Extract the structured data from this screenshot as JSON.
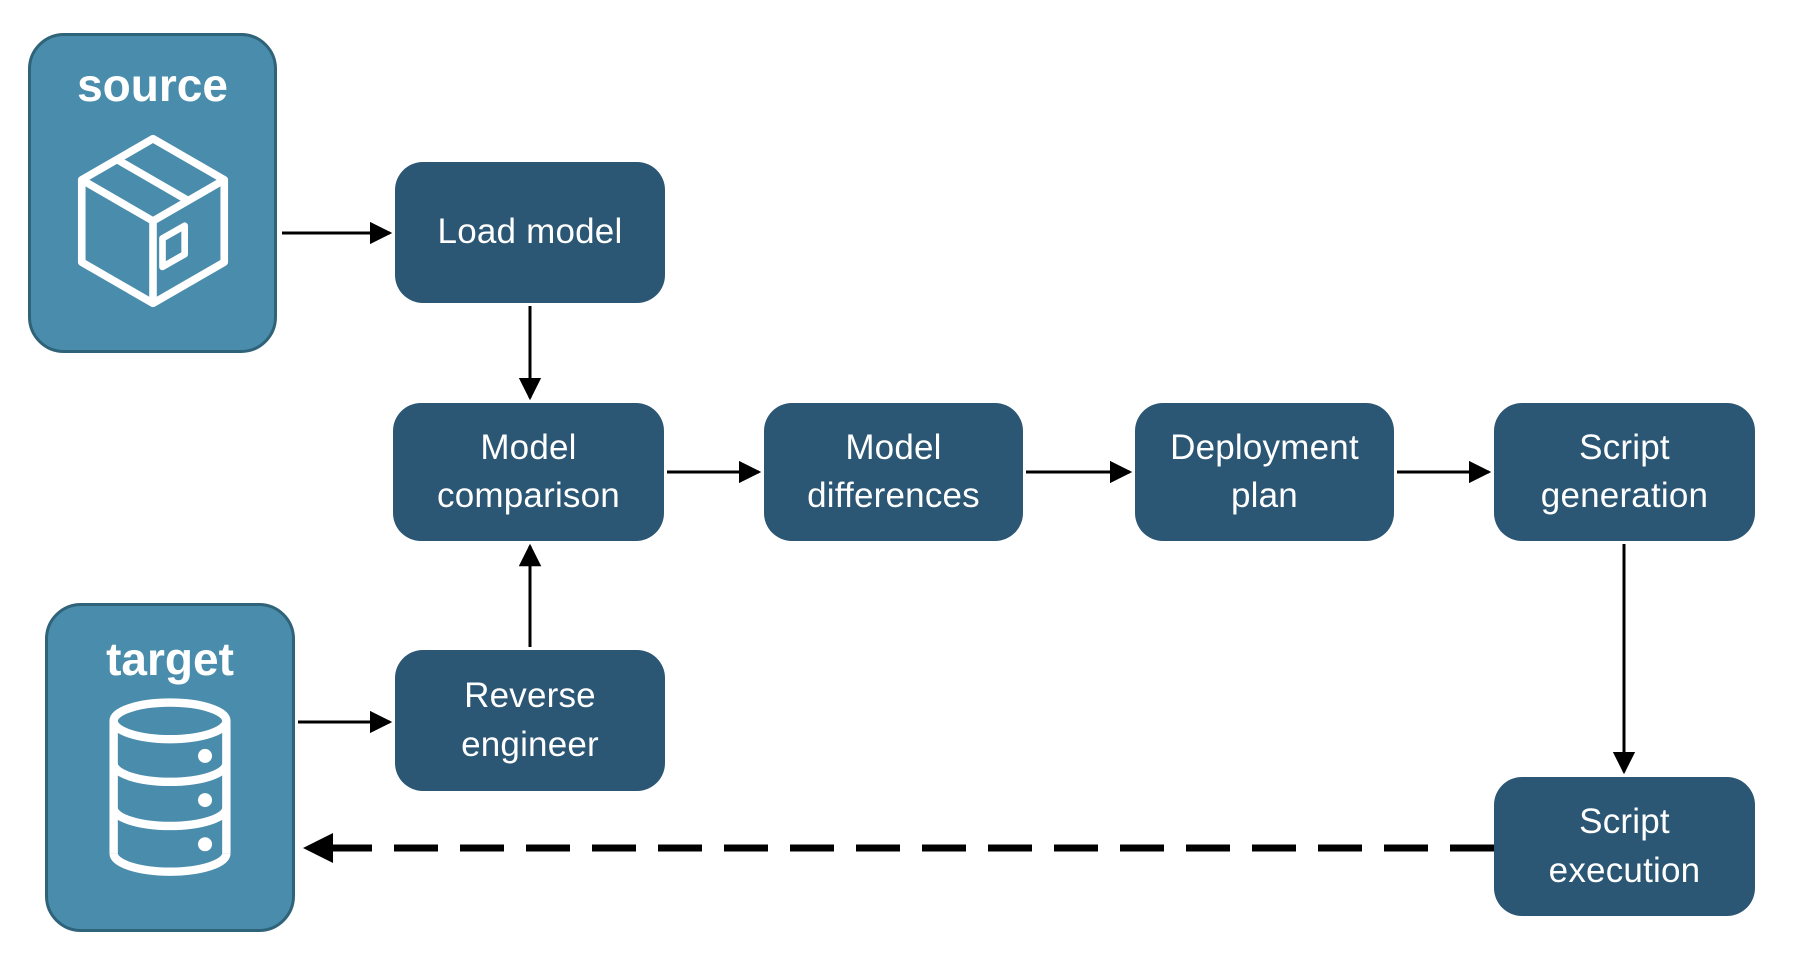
{
  "theme": {
    "node_fill": "#2B5674",
    "node_text": "#FFFFFF",
    "container_fill": "#4A8CAB",
    "container_border": "#2F6379",
    "arrow_color": "#000000",
    "background": "#FFFFFF"
  },
  "diagram": {
    "source": {
      "title": "source",
      "icon": "package-icon"
    },
    "target": {
      "title": "target",
      "icon": "database-icon"
    },
    "nodes": {
      "load_model": {
        "label": "Load model"
      },
      "model_comparison": {
        "label": "Model\ncomparison"
      },
      "model_differences": {
        "label": "Model\ndifferences"
      },
      "deployment_plan": {
        "label": "Deployment\nplan"
      },
      "script_generation": {
        "label": "Script\ngeneration"
      },
      "reverse_engineer": {
        "label": "Reverse\nengineer"
      },
      "script_execution": {
        "label": "Script\nexecution"
      }
    },
    "edges": [
      {
        "from": "source",
        "to": "load_model",
        "style": "solid"
      },
      {
        "from": "load_model",
        "to": "model_comparison",
        "style": "solid"
      },
      {
        "from": "model_comparison",
        "to": "model_differences",
        "style": "solid"
      },
      {
        "from": "model_differences",
        "to": "deployment_plan",
        "style": "solid"
      },
      {
        "from": "deployment_plan",
        "to": "script_generation",
        "style": "solid"
      },
      {
        "from": "script_generation",
        "to": "script_execution",
        "style": "solid"
      },
      {
        "from": "target",
        "to": "reverse_engineer",
        "style": "solid"
      },
      {
        "from": "reverse_engineer",
        "to": "model_comparison",
        "style": "solid"
      },
      {
        "from": "script_execution",
        "to": "target",
        "style": "dashed"
      }
    ]
  }
}
